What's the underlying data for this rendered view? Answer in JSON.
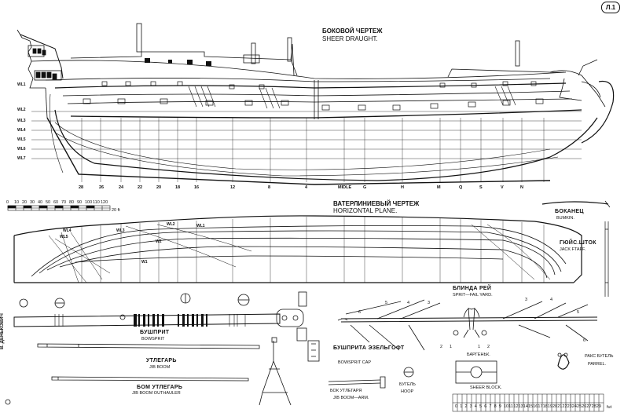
{
  "sheet": {
    "number": "Л.1",
    "author": "В. ДЕНЬКОВИЧ"
  },
  "sheer": {
    "title_ru": "БОКОВОЙ ЧЕРТЕЖ",
    "title_en": "SHEER DRAUGHT."
  },
  "waterlines": [
    "WL1",
    "WL2",
    "WL3",
    "WL4",
    "WL5",
    "WL6",
    "WL7"
  ],
  "stations": [
    "28",
    "26",
    "24",
    "22",
    "20",
    "18",
    "16",
    "12",
    "8",
    "4",
    "MIDLE",
    "G",
    "H",
    "M",
    "Q",
    "S",
    "V",
    "N"
  ],
  "scale": {
    "labels": [
      "0",
      "10",
      "20",
      "30",
      "40",
      "50",
      "60",
      "70",
      "80",
      "90",
      "100",
      "110",
      "120"
    ],
    "unit": "20 ft"
  },
  "half_breadth": {
    "title_ru": "ВАТЕРЛИНИЕВЫЙ ЧЕРТЕЖ",
    "title_en": "HORIZONTAL PLANE.",
    "wl_labels": [
      "WL5",
      "WL4",
      "WL3",
      "WL2",
      "WL1",
      "W2",
      "W1"
    ]
  },
  "parts": {
    "bumkin": {
      "ru": "БОКАНЕЦ",
      "en": "BUMKIN."
    },
    "jack_staff": {
      "ru": "ГЮЙС.ШТОК",
      "en": "JACK FTAFF."
    },
    "spritsail_yard": {
      "ru": "БЛИНДА РЕЙ",
      "en": "SPRIT—FAIL YARD."
    },
    "bowsprit": {
      "ru": "БУШПРИТ",
      "en": "BOWSPRIT"
    },
    "jib_boom": {
      "ru": "УТЛЕГАРЬ",
      "en": "JIB BOOM"
    },
    "jib_outhauler": {
      "ru": "БОМ УТЛЕГАРЬ",
      "en": "JIB BOOM OUTHAULER"
    },
    "bowsprit_cap": {
      "ru": "БУШПРИТА ЭЗЕЛЬГОФТ",
      "en": "BOWSPRIT CAP"
    },
    "sheer_block": {
      "ru": "БАРГЕНЬК.",
      "en": "SHEER BLOCK."
    },
    "parrel": {
      "ru": "РАКС БУГЕЛЬ",
      "en": "PARREL."
    },
    "hoop": {
      "ru": "БУГЕЛЬ",
      "en": "HOOP"
    },
    "jib_boom_arm": {
      "ru": "БОК УТЛЕГАРЯ",
      "en": "JIB BOOM—ARM."
    }
  },
  "yard_numbers": [
    "6",
    "5",
    "4",
    "3",
    "2",
    "1",
    "1",
    "2",
    "3",
    "4",
    "5",
    "6"
  ],
  "bottom_scale": {
    "numbers": [
      "0",
      "1",
      "2",
      "3",
      "4",
      "5",
      "6",
      "7",
      "8",
      "9",
      "10",
      "11",
      "12",
      "13",
      "14",
      "15",
      "16",
      "17",
      "18",
      "19",
      "20",
      "21",
      "22",
      "23",
      "24",
      "25",
      "26",
      "27",
      "28",
      "29"
    ],
    "unit": "fut"
  }
}
